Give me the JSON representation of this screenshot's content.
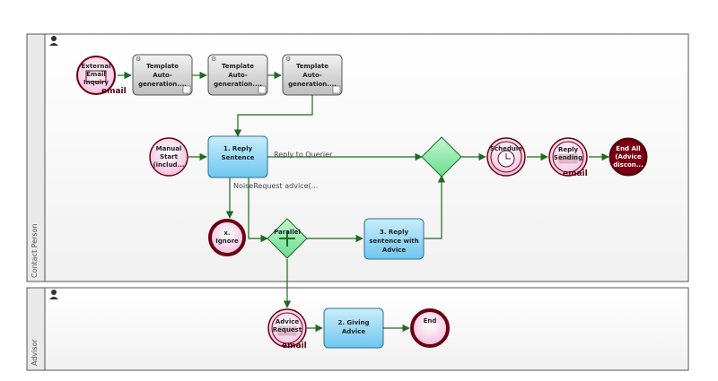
{
  "lanes": {
    "contact_person": "Contact Person",
    "advisor": "Advisor"
  },
  "nodes": {
    "external_email_line1": "External",
    "external_email_line2": "Email",
    "external_email_line3": "Inquiry",
    "template1_line1": "Template",
    "template1_line2": "Auto-",
    "template1_line3": "generation....",
    "template2_line1": "Template",
    "template2_line2": "Auto-",
    "template2_line3": "generation....",
    "template3_line1": "Template",
    "template3_line2": "Auto-",
    "template3_line3": "generation....",
    "manual_start_line1": "Manual",
    "manual_start_line2": "Start",
    "manual_start_line3": "(includ...",
    "reply_sentence_line1": "1. Reply",
    "reply_sentence_line2": "Sentence",
    "ignore_line1": "x.",
    "ignore_line2": "Ignore",
    "parallel": "Parallel",
    "reply_advice_line1": "3. Reply",
    "reply_advice_line2": "sentence with",
    "reply_advice_line3": "Advice",
    "schedule": "Schedule",
    "reply_sending_line1": "Reply",
    "reply_sending_line2": "Sending",
    "end_all_line1": "End All",
    "end_all_line2": "(Advice",
    "end_all_line3": "discon...",
    "advice_request_line1": "Advice",
    "advice_request_line2": "Request",
    "giving_advice_line1": "2. Giving",
    "giving_advice_line2": "Advice",
    "end": "End",
    "email_badge": "email"
  },
  "edges": {
    "reply_to_querier": "Reply to Querier",
    "noise_request": "NoiseRequest advice(..."
  },
  "colors": {
    "flow": "#1e6b1e",
    "task_blue": "#8fd3f2",
    "event_pink": "#f6cfe6",
    "event_border": "#6b0010",
    "gateway_green": "#8ee8a8"
  }
}
